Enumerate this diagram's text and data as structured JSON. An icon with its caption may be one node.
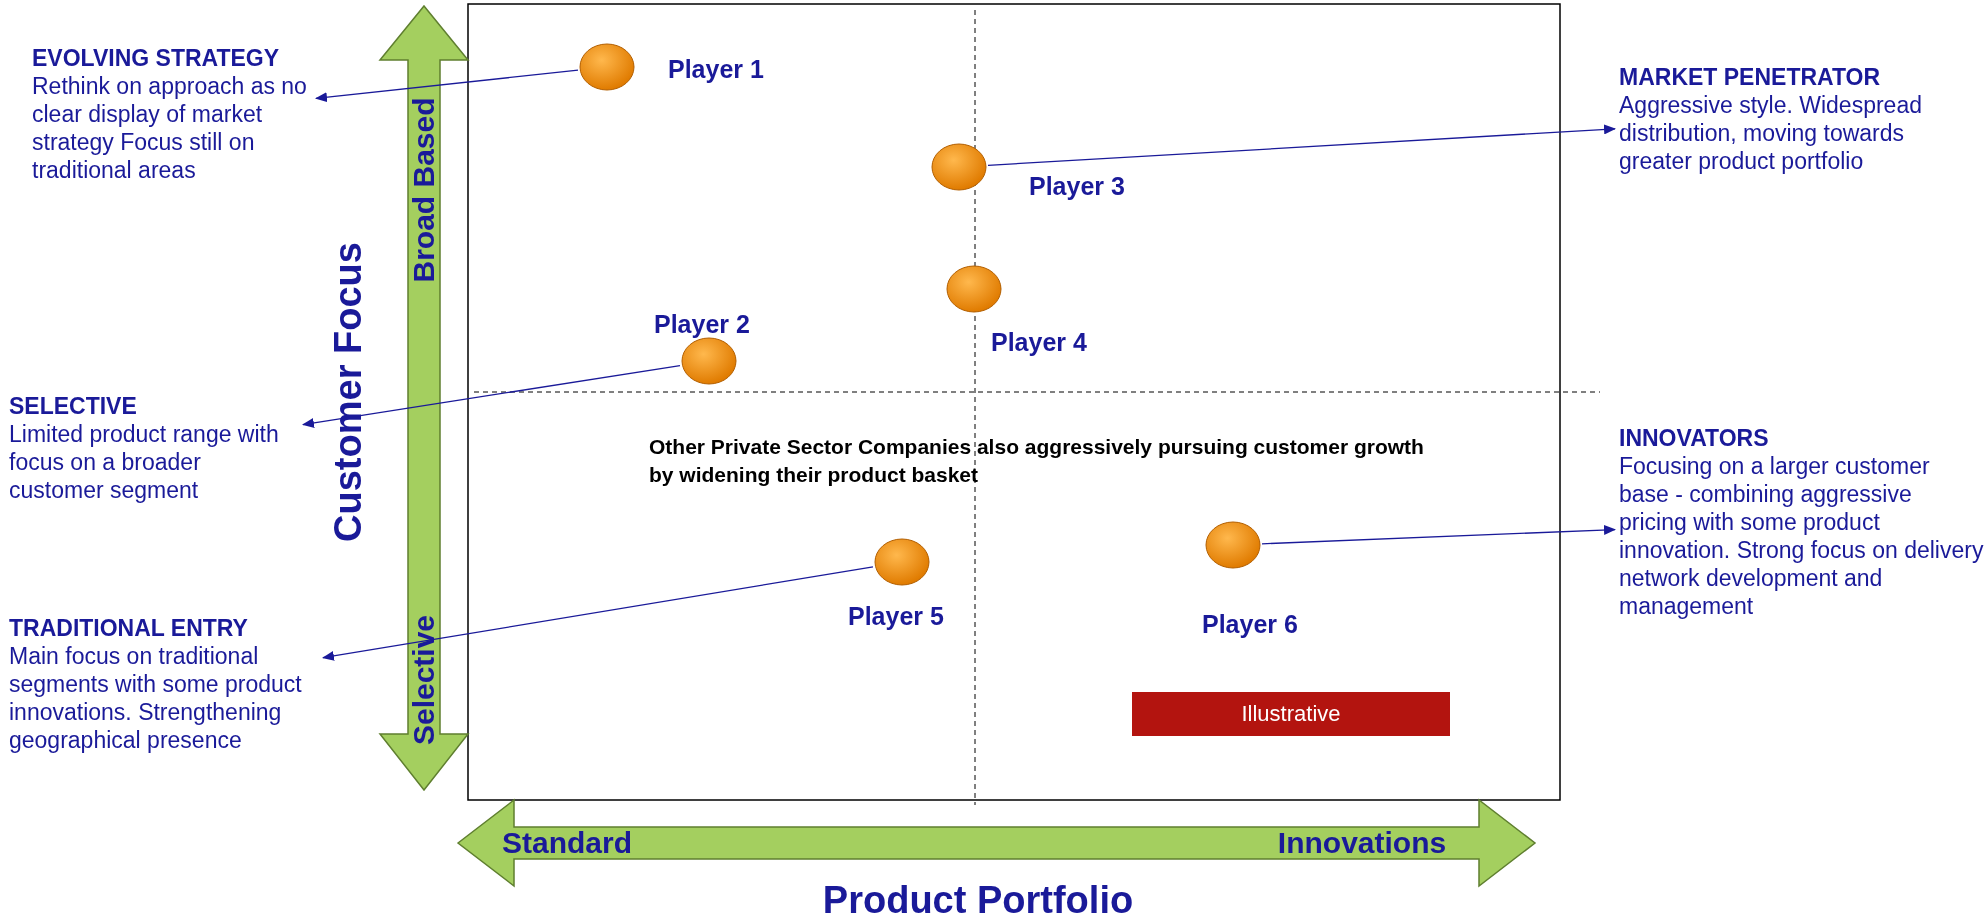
{
  "diagram": {
    "nodes": [
      {
        "text": [
          "EVOLVING STRATEGY",
          "Rethink on approach as no clear display of market strategy Focus still on traditional areas"
        ]
      },
      {
        "text": [],
        "shape": "circle",
        "beside": [
          "Player 1"
        ]
      },
      {
        "text": [
          "MARKET PENETRATOR",
          "Aggressive style. Widespread distribution, moving towards greater product portfolio"
        ]
      },
      {
        "text": [],
        "shape": "circle",
        "beside": [
          "Player 3"
        ]
      },
      {
        "text": [],
        "shape": "circle",
        "beside": [
          "Player 4"
        ]
      },
      {
        "text": [],
        "shape": "circle",
        "beside": [
          "Player 2"
        ]
      },
      {
        "text": [
          "SELECTIVE",
          "Limited product range with focus on a broader customer segment"
        ]
      },
      {
        "text": [
          "INNOVATORS",
          "Focusing on a larger customer base -  combining aggressive pricing with some product innovation. Strong focus on delivery network development and management"
        ]
      },
      {
        "text": [],
        "shape": "circle",
        "beside": [
          "Player 5"
        ]
      },
      {
        "text": [],
        "shape": "circle",
        "beside": [
          "Player 6"
        ]
      },
      {
        "text": [
          "TRADITIONAL ENTRY",
          "Main focus on traditional segments with some product innovations. Strengthening geographical presence"
        ]
      },
      {
        "text": [
          "Illustrative"
        ]
      }
    ],
    "edges": [
      {
        "from": 1,
        "to": 0,
        "arrow": "to"
      },
      {
        "from": 3,
        "to": 2,
        "arrow": "to"
      },
      {
        "from": 5,
        "to": 6,
        "arrow": "to"
      },
      {
        "from": 9,
        "to": 7,
        "arrow": "to"
      },
      {
        "from": 8,
        "to": 10,
        "arrow": "to"
      }
    ],
    "labels": [
      "Broad Based",
      "Customer Focus",
      "Other Private Sector Companies also aggressively pursuing customer growth by widening their product basket",
      "Selective",
      "Standard",
      "Innovations",
      "Product Portfolio"
    ]
  }
}
